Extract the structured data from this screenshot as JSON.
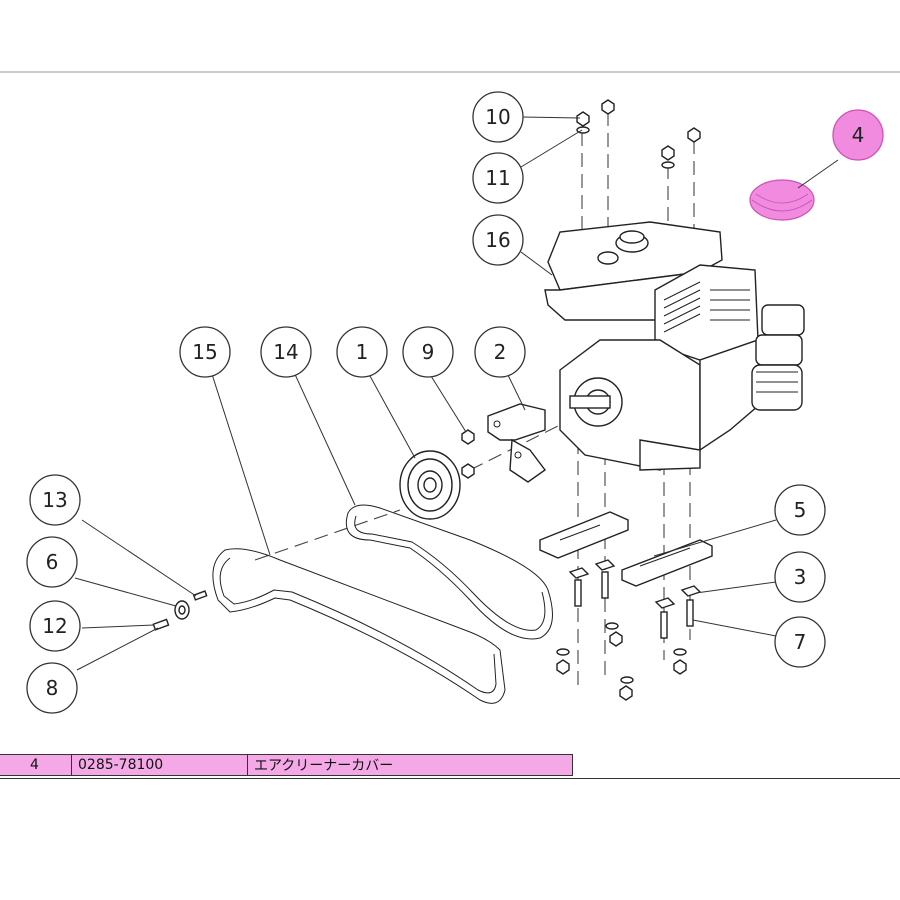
{
  "diagram": {
    "callouts": [
      "1",
      "2",
      "3",
      "4",
      "5",
      "6",
      "7",
      "8",
      "9",
      "10",
      "11",
      "12",
      "13",
      "14",
      "15",
      "16"
    ],
    "highlight_color": "#f08be0"
  },
  "parts_row": {
    "ref": "4",
    "part_number": "0285-78100",
    "name": "エアクリーナーカバー",
    "background": "#f4a9e6"
  }
}
